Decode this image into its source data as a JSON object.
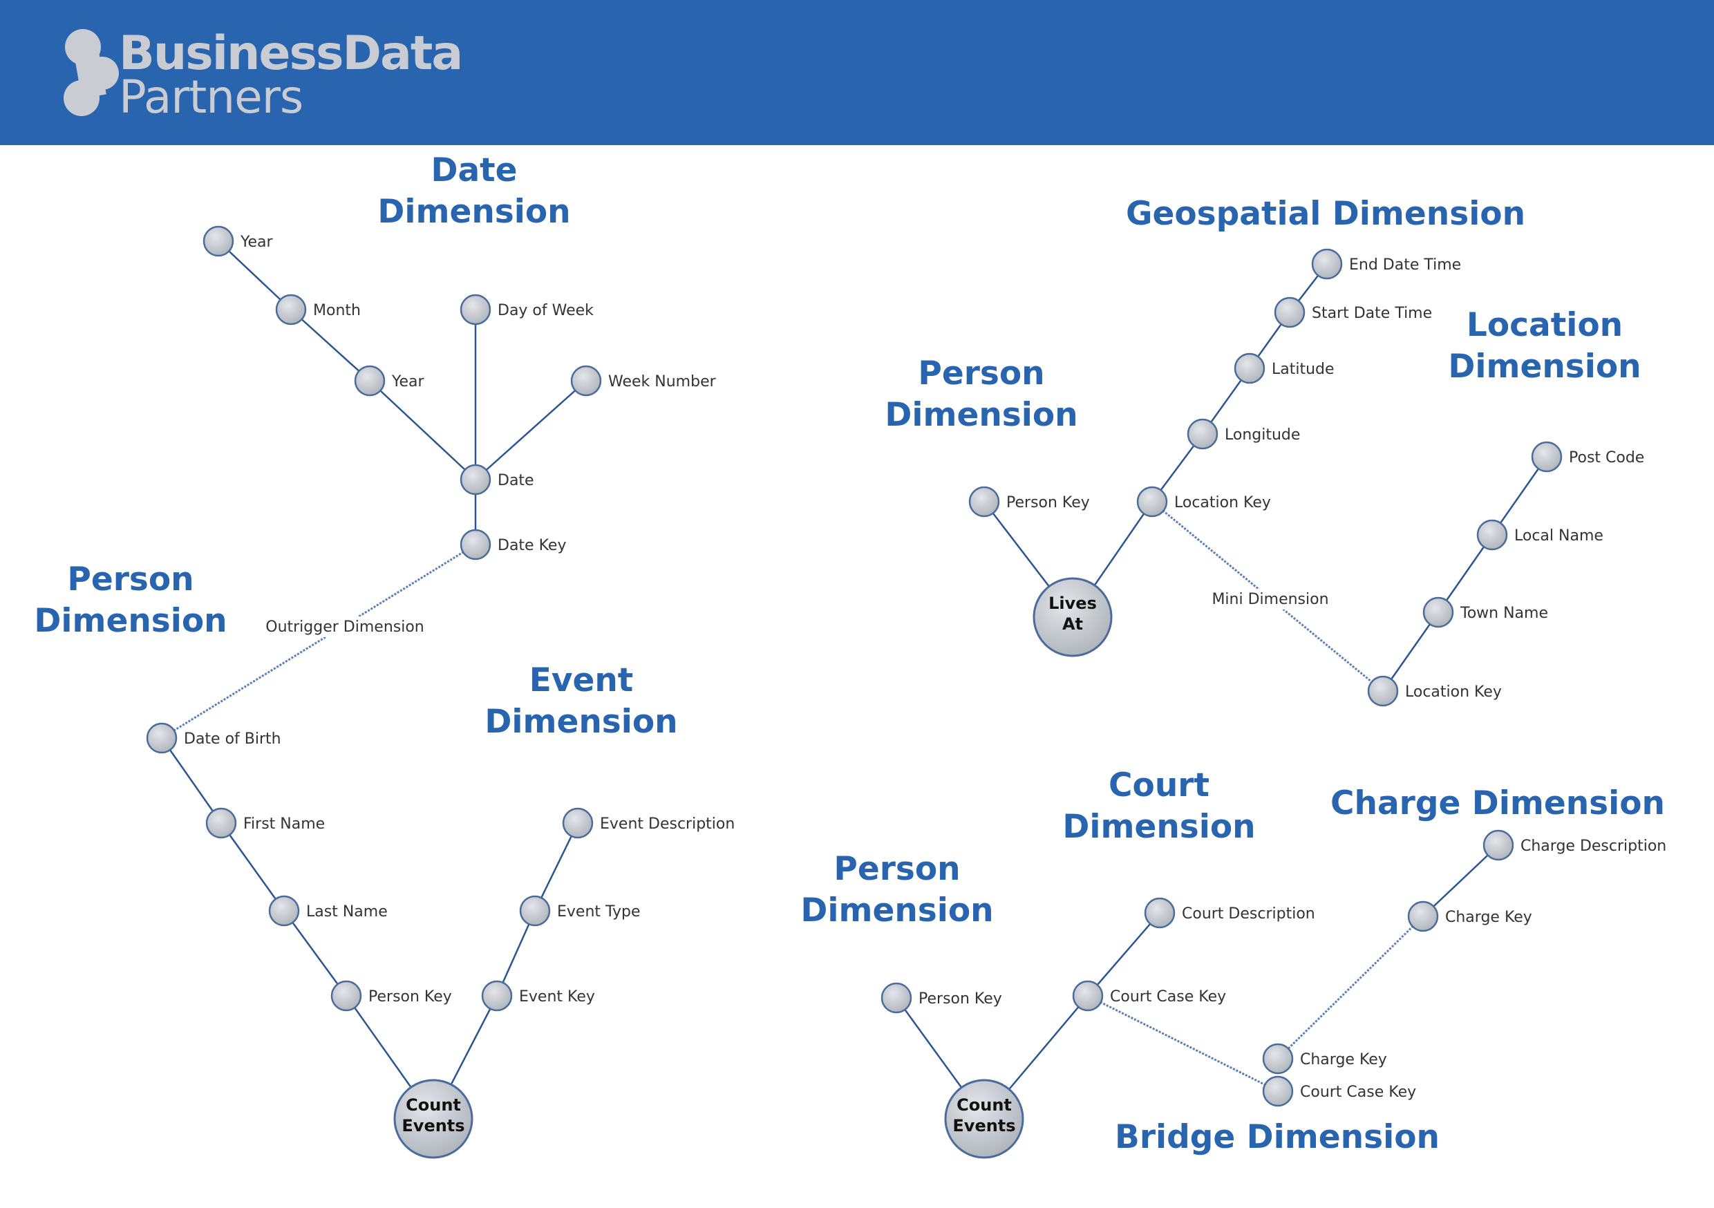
{
  "header": {
    "brand_line1": "BusinessData",
    "brand_line2": "Partners",
    "color": "#2964ae",
    "logo_color": "#c9ccd2"
  },
  "colors": {
    "title": "#2964ae",
    "edge": "#2b5591",
    "node_fill": "#c3c8d0",
    "node_stroke": "#4a6c9b"
  },
  "diagram": {
    "titles": [
      {
        "id": "date-dimension",
        "lines": [
          "Date",
          "Dimension"
        ]
      },
      {
        "id": "person-dimension-1",
        "lines": [
          "Person",
          "Dimension"
        ]
      },
      {
        "id": "event-dimension",
        "lines": [
          "Event",
          "Dimension"
        ]
      },
      {
        "id": "geospatial-dimension",
        "lines": [
          "Geospatial Dimension"
        ]
      },
      {
        "id": "location-dimension",
        "lines": [
          "Location",
          "Dimension"
        ]
      },
      {
        "id": "person-dimension-2",
        "lines": [
          "Person",
          "Dimension"
        ]
      },
      {
        "id": "court-dimension",
        "lines": [
          "Court",
          "Dimension"
        ]
      },
      {
        "id": "charge-dimension",
        "lines": [
          "Charge Dimension"
        ]
      },
      {
        "id": "person-dimension-3",
        "lines": [
          "Person",
          "Dimension"
        ]
      },
      {
        "id": "bridge-dimension",
        "lines": [
          "Bridge Dimension"
        ]
      }
    ],
    "nodes": [
      {
        "id": "d-year1",
        "label": "Year"
      },
      {
        "id": "d-month",
        "label": "Month"
      },
      {
        "id": "d-year2",
        "label": "Year"
      },
      {
        "id": "d-dow",
        "label": "Day of Week"
      },
      {
        "id": "d-week",
        "label": "Week Number"
      },
      {
        "id": "d-date",
        "label": "Date"
      },
      {
        "id": "d-datekey",
        "label": "Date Key"
      },
      {
        "id": "p-dob",
        "label": "Date of Birth"
      },
      {
        "id": "p-first",
        "label": "First Name"
      },
      {
        "id": "p-last",
        "label": "Last Name"
      },
      {
        "id": "p-key",
        "label": "Person Key"
      },
      {
        "id": "e-desc",
        "label": "Event Description"
      },
      {
        "id": "e-type",
        "label": "Event Type"
      },
      {
        "id": "e-key",
        "label": "Event Key"
      },
      {
        "id": "f1",
        "label": "Count Events",
        "fact": true
      },
      {
        "id": "g-end",
        "label": "End Date Time"
      },
      {
        "id": "g-start",
        "label": "Start Date Time"
      },
      {
        "id": "g-lat",
        "label": "Latitude"
      },
      {
        "id": "g-lon",
        "label": "Longitude"
      },
      {
        "id": "g-lockey",
        "label": "Location Key"
      },
      {
        "id": "p2-key",
        "label": "Person Key"
      },
      {
        "id": "f2",
        "label": "Lives At",
        "fact": true
      },
      {
        "id": "l-post",
        "label": "Post Code"
      },
      {
        "id": "l-local",
        "label": "Local Name"
      },
      {
        "id": "l-town",
        "label": "Town Name"
      },
      {
        "id": "l-key",
        "label": "Location Key"
      },
      {
        "id": "c-desc",
        "label": "Court Description"
      },
      {
        "id": "c-key",
        "label": "Court Case Key"
      },
      {
        "id": "p3-key",
        "label": "Person Key"
      },
      {
        "id": "f3",
        "label": "Count Events",
        "fact": true
      },
      {
        "id": "ch-desc",
        "label": "Charge Description"
      },
      {
        "id": "ch-key",
        "label": "Charge Key"
      },
      {
        "id": "b-charge",
        "label": "Charge Key"
      },
      {
        "id": "b-court",
        "label": "Court Case Key"
      }
    ],
    "edges": [
      {
        "from": "d-year1",
        "to": "d-month"
      },
      {
        "from": "d-month",
        "to": "d-year2"
      },
      {
        "from": "d-year2",
        "to": "d-date"
      },
      {
        "from": "d-dow",
        "to": "d-date"
      },
      {
        "from": "d-week",
        "to": "d-date"
      },
      {
        "from": "d-date",
        "to": "d-datekey"
      },
      {
        "from": "d-datekey",
        "to": "p-dob",
        "dashed": true,
        "label": "Outrigger Dimension"
      },
      {
        "from": "p-dob",
        "to": "p-first"
      },
      {
        "from": "p-first",
        "to": "p-last"
      },
      {
        "from": "p-last",
        "to": "p-key"
      },
      {
        "from": "p-key",
        "to": "f1"
      },
      {
        "from": "e-desc",
        "to": "e-type"
      },
      {
        "from": "e-type",
        "to": "e-key"
      },
      {
        "from": "e-key",
        "to": "f1"
      },
      {
        "from": "g-end",
        "to": "g-start"
      },
      {
        "from": "g-start",
        "to": "g-lat"
      },
      {
        "from": "g-lat",
        "to": "g-lon"
      },
      {
        "from": "g-lon",
        "to": "g-lockey"
      },
      {
        "from": "g-lockey",
        "to": "f2"
      },
      {
        "from": "p2-key",
        "to": "f2"
      },
      {
        "from": "g-lockey",
        "to": "l-key",
        "dashed": true,
        "label": "Mini Dimension"
      },
      {
        "from": "l-post",
        "to": "l-local"
      },
      {
        "from": "l-local",
        "to": "l-town"
      },
      {
        "from": "l-town",
        "to": "l-key"
      },
      {
        "from": "c-desc",
        "to": "c-key"
      },
      {
        "from": "c-key",
        "to": "f3"
      },
      {
        "from": "p3-key",
        "to": "f3"
      },
      {
        "from": "ch-desc",
        "to": "ch-key"
      },
      {
        "from": "ch-key",
        "to": "b-charge",
        "dashed": true
      },
      {
        "from": "c-key",
        "to": "b-court",
        "dashed": true
      }
    ]
  }
}
